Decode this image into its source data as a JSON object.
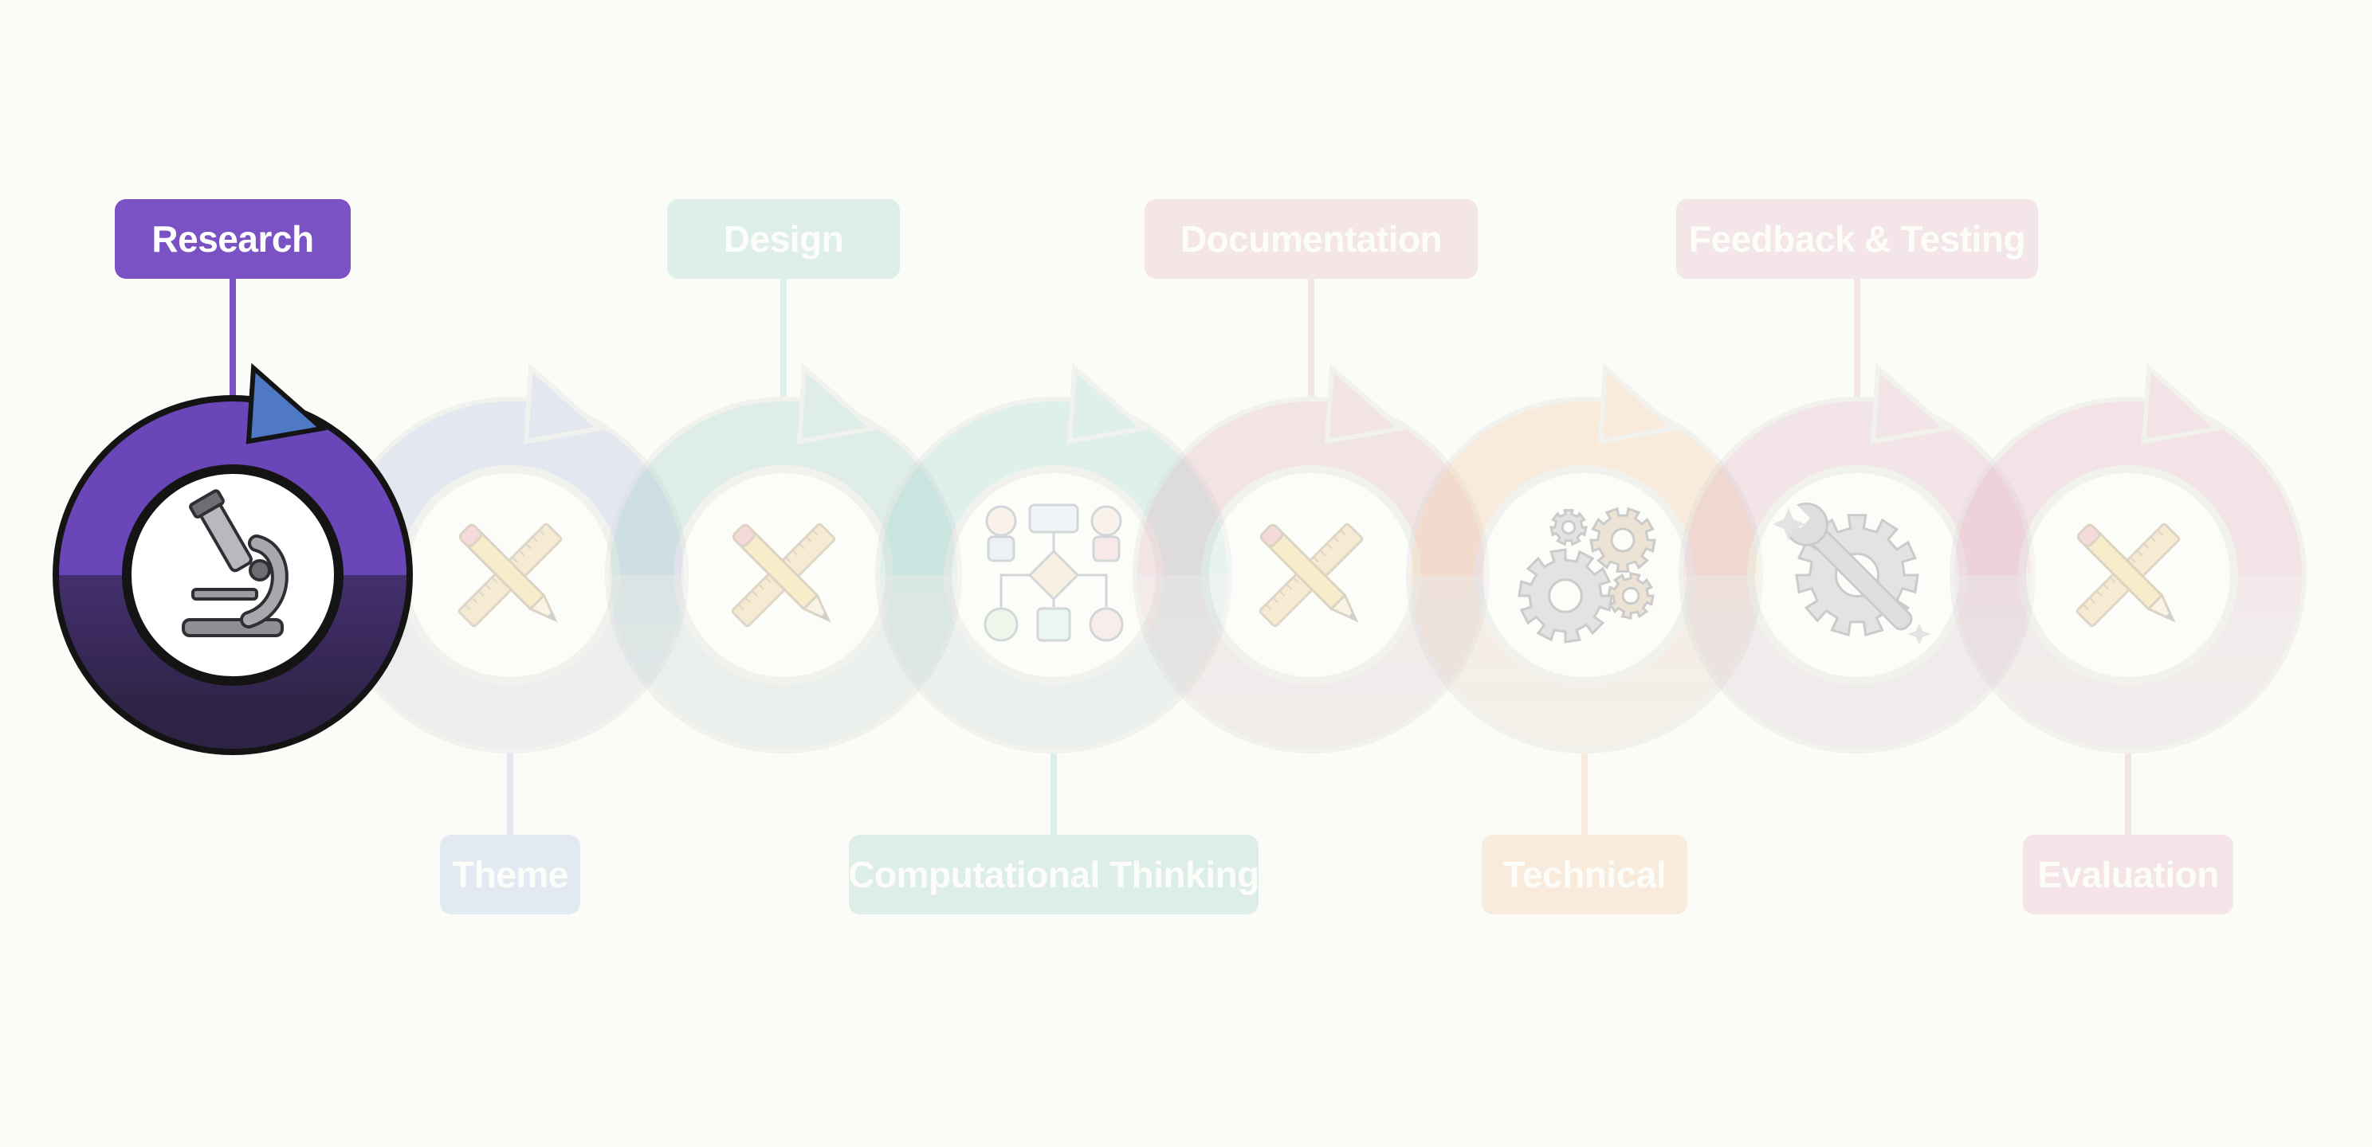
{
  "diagram": {
    "active_stage": "research",
    "stages": [
      {
        "id": "research",
        "label": "Research",
        "label_position": "top",
        "icon": "microscope-icon",
        "color": "#6a46b8",
        "label_color": "#7b52c4",
        "active": true
      },
      {
        "id": "theme",
        "label": "Theme",
        "label_position": "bottom",
        "icon": "ruler-pencil-icon",
        "color": "#9fb4dc",
        "label_color": "#9fb6e0",
        "active": false
      },
      {
        "id": "design",
        "label": "Design",
        "label_position": "top",
        "icon": "ruler-pencil-icon",
        "color": "#8fc7bf",
        "label_color": "#8ccdc4",
        "active": false
      },
      {
        "id": "computational-thinking",
        "label": "Computational Thinking",
        "label_position": "bottom",
        "icon": "flowchart-people-icon",
        "color": "#8fcdc6",
        "label_color": "#86c9bf",
        "active": false
      },
      {
        "id": "documentation",
        "label": "Documentation",
        "label_position": "top",
        "icon": "ruler-pencil-icon",
        "color": "#d9a3ad",
        "label_color": "#e0a8b4",
        "active": false
      },
      {
        "id": "technical",
        "label": "Technical",
        "label_position": "bottom",
        "icon": "gears-icon",
        "color": "#f3be8c",
        "label_color": "#f5bd8a",
        "active": false
      },
      {
        "id": "feedback-testing",
        "label": "Feedback & Testing",
        "label_position": "top",
        "icon": "gear-wrench-icon",
        "color": "#dca2b8",
        "label_color": "#e2a6b9",
        "active": false
      },
      {
        "id": "evaluation",
        "label": "Evaluation",
        "label_position": "bottom",
        "icon": "ruler-pencil-icon",
        "color": "#dfa0b4",
        "label_color": "#e2a3b6",
        "active": false
      }
    ],
    "colors": {
      "background": "#fbfbf8",
      "ring_base": "#d4d4d4",
      "ring_border_active": "#141414",
      "active_arrow": "#4f79c4",
      "inactive_opacity": 0.25
    }
  }
}
